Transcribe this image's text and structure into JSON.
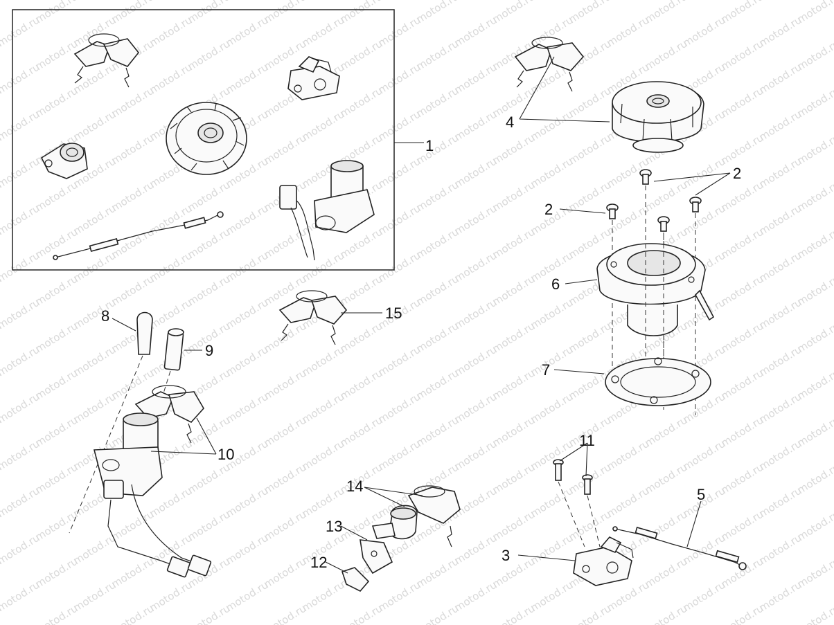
{
  "watermark": "motod.ru",
  "callouts": [
    {
      "id": "1",
      "label": "1"
    },
    {
      "id": "2a",
      "label": "2"
    },
    {
      "id": "2b",
      "label": "2"
    },
    {
      "id": "3",
      "label": "3"
    },
    {
      "id": "4",
      "label": "4"
    },
    {
      "id": "5",
      "label": "5"
    },
    {
      "id": "6",
      "label": "6"
    },
    {
      "id": "7",
      "label": "7"
    },
    {
      "id": "8",
      "label": "8"
    },
    {
      "id": "9",
      "label": "9"
    },
    {
      "id": "10",
      "label": "10"
    },
    {
      "id": "11",
      "label": "11"
    },
    {
      "id": "12",
      "label": "12"
    },
    {
      "id": "13",
      "label": "13"
    },
    {
      "id": "14",
      "label": "14"
    },
    {
      "id": "15",
      "label": "15"
    }
  ],
  "icons": {
    "key_set": "key-icon",
    "fuel_cap": "fuel-cap-icon",
    "screw": "screw-icon",
    "seat_lock": "seat-lock-icon",
    "cable": "cable-icon",
    "ignition_switch": "ignition-switch-icon",
    "gasket": "gasket-icon",
    "flange": "flange-icon",
    "pin": "pin-icon"
  }
}
